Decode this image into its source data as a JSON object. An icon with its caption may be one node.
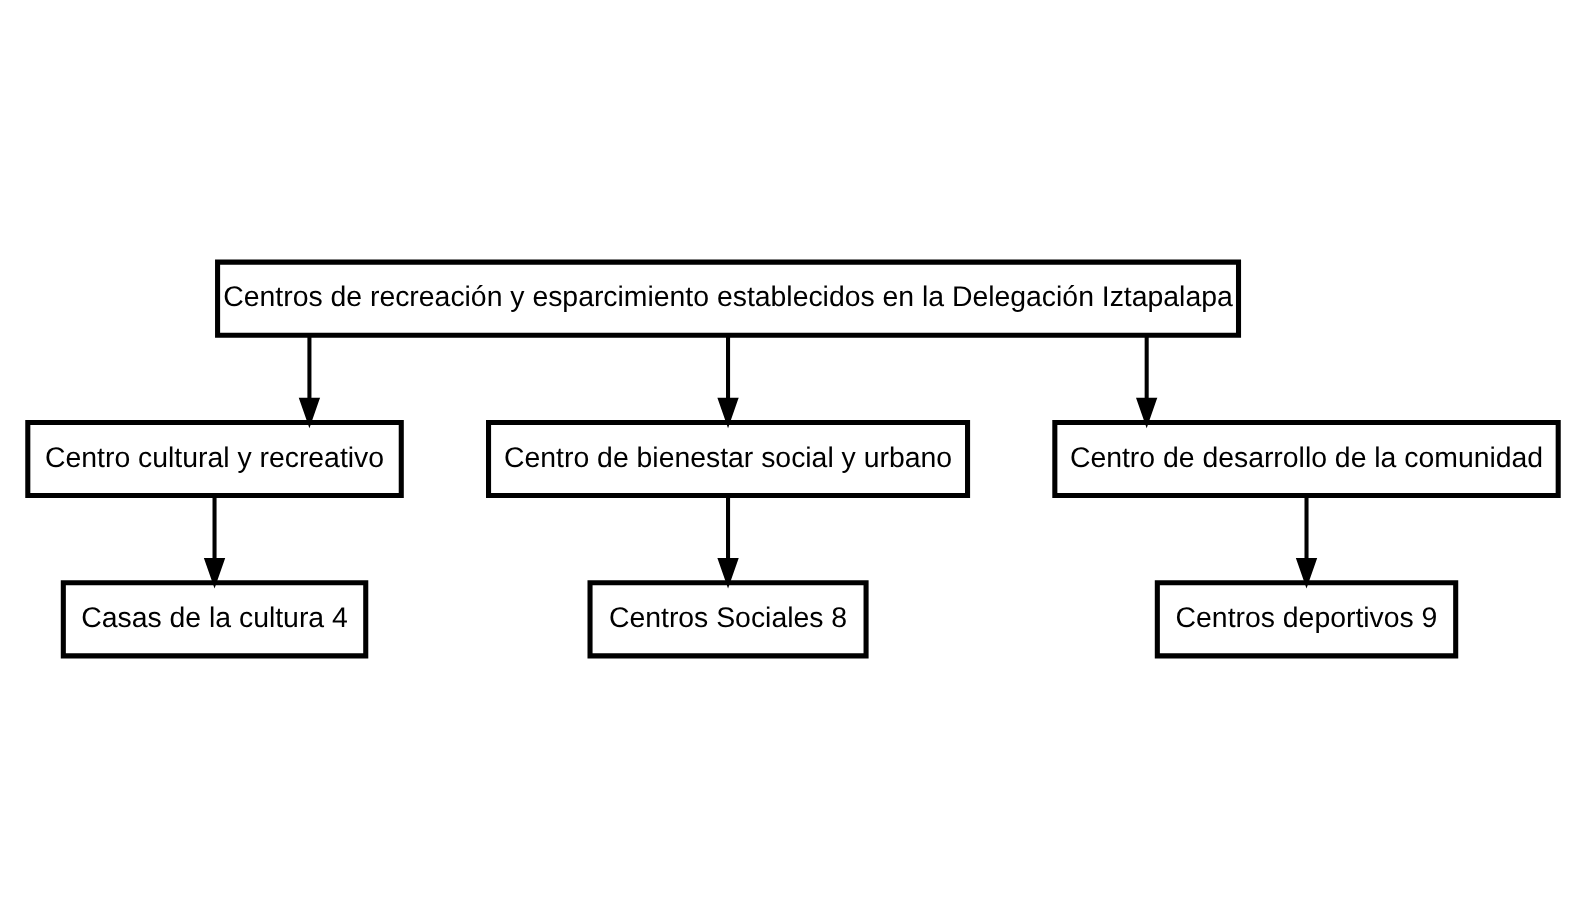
{
  "diagram": {
    "nodes": [
      {
        "text": [
          "Centros de recreación y esparcimiento establecidos en la Delegación Iztapalapa"
        ]
      },
      {
        "text": [
          "Centro cultural y recreativo"
        ]
      },
      {
        "text": [
          "Centro de bienestar social y urbano"
        ]
      },
      {
        "text": [
          "Centro de desarrollo de la comunidad"
        ]
      },
      {
        "text": [
          "Casas de la cultura 4"
        ]
      },
      {
        "text": [
          "Centros Sociales 8"
        ]
      },
      {
        "text": [
          "Centros deportivos 9"
        ]
      }
    ],
    "edges": [
      {
        "from": 0,
        "to": 1,
        "arrow": "to"
      },
      {
        "from": 0,
        "to": 2,
        "arrow": "to"
      },
      {
        "from": 0,
        "to": 3,
        "arrow": "to"
      },
      {
        "from": 1,
        "to": 4,
        "arrow": "to"
      },
      {
        "from": 2,
        "to": 5,
        "arrow": "to"
      },
      {
        "from": 3,
        "to": 6,
        "arrow": "to"
      }
    ]
  }
}
